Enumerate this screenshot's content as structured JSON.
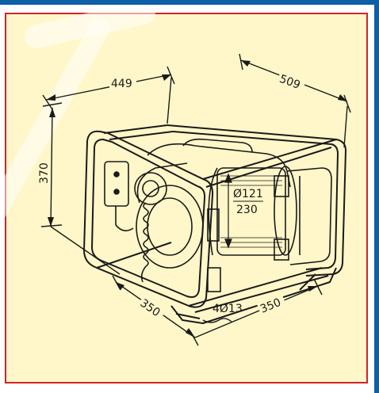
{
  "colors": {
    "panel_fill": "#fff7c9",
    "border": "#d2232a",
    "accent": "#0d5fa8",
    "ink": "#1a1a1a"
  },
  "dimensions": {
    "width": "449",
    "depth": "509",
    "height": "370",
    "base_left": "350",
    "base_right": "350",
    "holes": "4Ø13",
    "drum_diameter": "Ø121",
    "drum_length": "230"
  }
}
